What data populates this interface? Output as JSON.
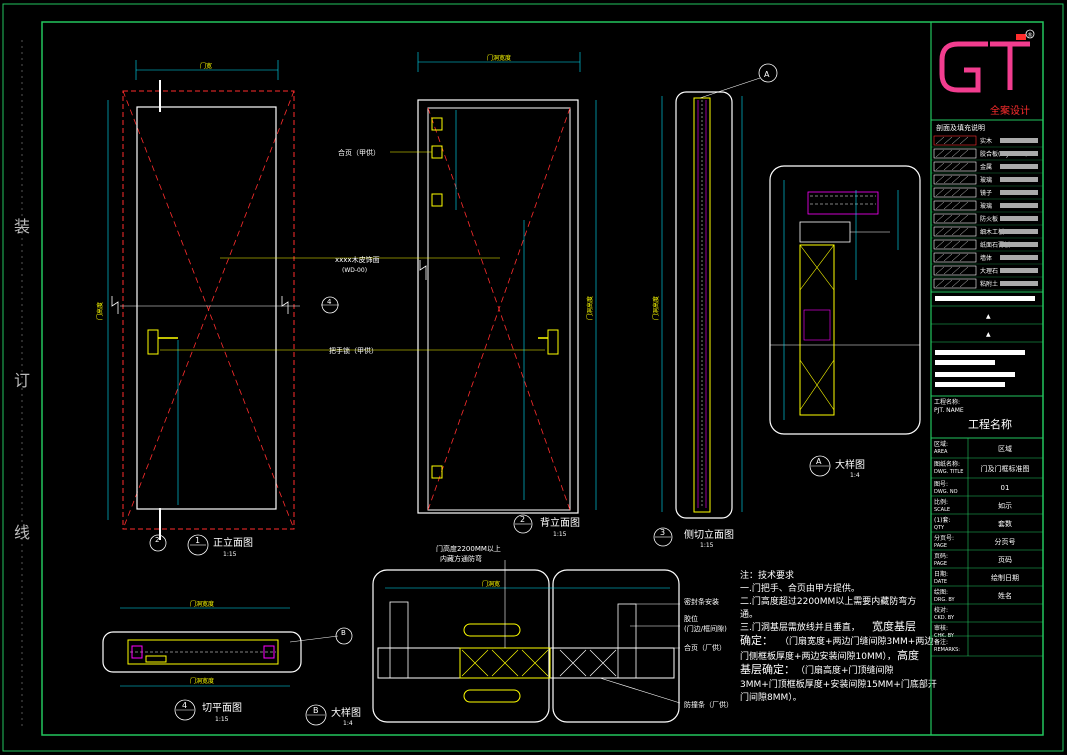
{
  "binding": {
    "chars": [
      "装",
      "订",
      "线"
    ]
  },
  "views": {
    "front": {
      "num": "1",
      "title": "正立面图",
      "scale": "1:15",
      "sec_tag": "2",
      "sec_sub": "--",
      "width_dim": "门宽",
      "height_dim": "门高度"
    },
    "back": {
      "num": "2",
      "title": "背立面图",
      "scale": "1:15",
      "width_dim": "门洞宽度",
      "height_dim": "门洞高度",
      "label_hinge": "合页（甲供）",
      "label_panel": "xxxx木皮饰面",
      "label_panel_code": "(WD-00)",
      "label_lock": "把手锁（甲供）"
    },
    "side": {
      "num": "3",
      "title": "侧切立面图",
      "scale": "1:15",
      "tag_a": "A",
      "height_dim": "门洞高度"
    },
    "detailA": {
      "num": "A",
      "title": "大样图",
      "scale": "1:4"
    },
    "plan": {
      "num": "4",
      "title": "切平面图",
      "scale": "1:15",
      "width_dim": "门洞宽度",
      "bottom_dim": "门洞宽度",
      "tag_b": "B"
    },
    "detailB": {
      "num": "B",
      "title": "大样图",
      "scale": "1:4",
      "top_note_1": "门高度2200MM以上",
      "top_note_2": "内藏方通防弯",
      "width_dim": "门洞宽",
      "label_1": "密封条安装",
      "label_2": "胶位",
      "label_3": "(门边/框间隙)",
      "label_4": "合页（厂供）",
      "label_5": "防撞条（厂供）"
    },
    "tag4": "4"
  },
  "notes": {
    "title": "注：技术要求",
    "l1": "一.门把手、合页由甲方提供。",
    "l2": "二.门高度超过2200MM以上需要内藏防弯方",
    "l3": "通。",
    "l4a": "三.门洞基层需放线并且垂直，",
    "l4b": "宽度基层",
    "l5a": "确定：",
    "l5b": "（门扇宽度+两边门缝间隙3MM+两边",
    "l6a": "门侧框板厚度+两边安装间隙10MM），",
    "l6b": "高度",
    "l7a": "基层确定：",
    "l7b": "（门扇高度+门顶缝间隙",
    "l8": "3MM+门顶框板厚度+安装间隙15MM+门底部开",
    "l9": "门间隙8MM）。"
  },
  "title_block": {
    "logo": "GT",
    "registered": "®",
    "company": "全案设计",
    "legend_title": "剖面及填充说明",
    "legend": [
      "实木",
      "胶合板(Plywood)",
      "金属",
      "玻璃",
      "镜子",
      "玻璃",
      "防火板",
      "细木工板",
      "纸面石膏板",
      "墙体",
      "大理石",
      "粘附土"
    ],
    "project_label": "工程名称:",
    "project_label_en": "PJT. NAME",
    "project_name": "工程名称",
    "rows": [
      {
        "label": "区域:",
        "en": "AREA",
        "value": "区域"
      },
      {
        "label": "图纸名称:",
        "en": "DWG. TITLE",
        "value": "门及门框标准图"
      },
      {
        "label": "图号:",
        "en": "DWG. NO",
        "value": "01"
      },
      {
        "label": "比例:",
        "en": "SCALE",
        "value": "如示"
      },
      {
        "label": "(1)套:",
        "en": "QTY",
        "value": "套数"
      },
      {
        "label": "分页号:",
        "en": "PAGE",
        "value": "分页号"
      },
      {
        "label": "页码:",
        "en": "PAGE",
        "value": "页码"
      },
      {
        "label": "日期:",
        "en": "DATE",
        "value": "绘制日期"
      },
      {
        "label": "绘图:",
        "en": "DRG. BY",
        "value": "姓名"
      },
      {
        "label": "校对:",
        "en": "CKD. BY",
        "value": ""
      },
      {
        "label": "审核:",
        "en": "CHK. BY",
        "value": ""
      },
      {
        "label": "备注:",
        "en": "REMARKS:",
        "value": ""
      }
    ]
  },
  "colors": {
    "frame": "#22c55e",
    "line": "#ffffff",
    "red": "#ff2d2d",
    "yellow": "#ffff00",
    "cyan": "#00e5ff",
    "magenta": "#ff00ff",
    "logo": "#f23d8f"
  }
}
